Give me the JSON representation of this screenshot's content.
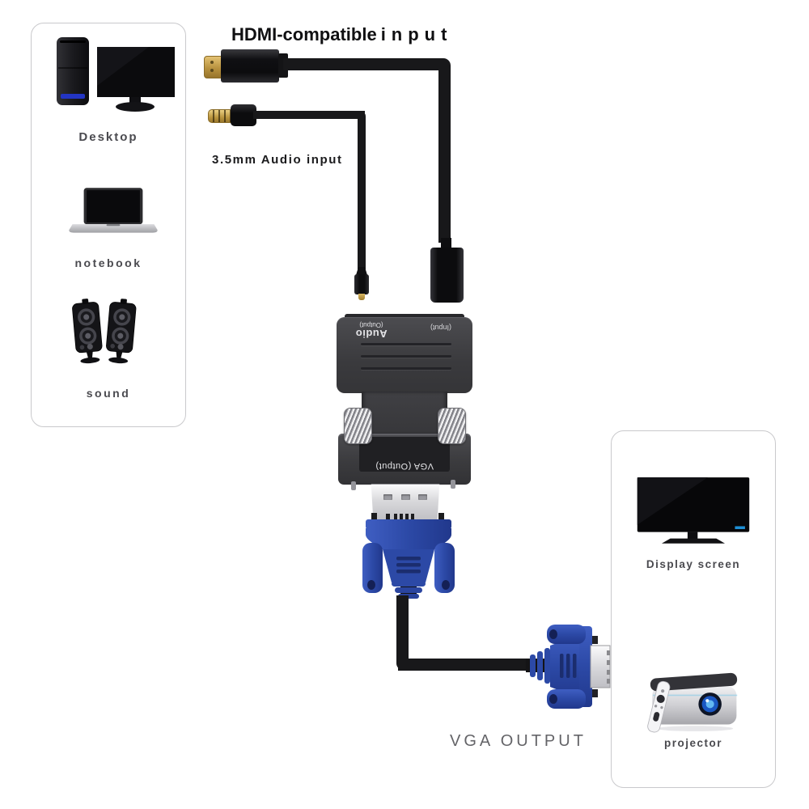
{
  "title": {
    "part1": "HDMI-compatible",
    "part2": "input"
  },
  "labels": {
    "audio_input": "3.5mm Audio input",
    "vga_output": "VGA OUTPUT"
  },
  "left_panel": {
    "items": [
      {
        "label": "Desktop",
        "icon": "desktop-computer-icon"
      },
      {
        "label": "notebook",
        "icon": "notebook-laptop-icon"
      },
      {
        "label": "sound",
        "icon": "speakers-icon"
      }
    ]
  },
  "right_panel": {
    "items": [
      {
        "label": "Display screen",
        "icon": "display-screen-icon"
      },
      {
        "label": "projector",
        "icon": "projector-icon"
      }
    ]
  },
  "adapter": {
    "audio_port_line1": "Audio",
    "audio_port_line2": "(Output)",
    "hdmi_port": "(Input)",
    "vga_port": "VGA (Output)"
  },
  "colors": {
    "connector_blue": "#2c49a6",
    "adapter_body": "#3d3d41",
    "cable_black": "#18181a",
    "gold": "#c9a24f",
    "panel_border": "#c9c9cc",
    "label_text": "#4a4a4f",
    "muted_text": "#646468",
    "led_blue": "#2335c4",
    "tv_indicator_blue": "#1e8fd5"
  }
}
